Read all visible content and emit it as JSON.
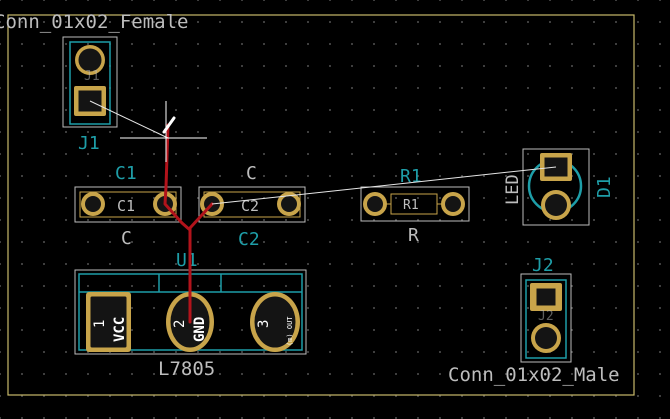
{
  "colors": {
    "background": "#000000",
    "edge_cuts": "#c8b96a",
    "fab": "#bdbdbd",
    "reference": "#1e9ea8",
    "pad_copper": "#c8a44a",
    "pad_inner": "#141414",
    "track": "#b2131b",
    "ratsnest": "#e6e6e6",
    "courtyard": "#bdbdbd"
  },
  "labels": {
    "j1_value": "Conn_01x02_Female",
    "j1_ref": "J1",
    "c1_ref": "C1",
    "c1_fab_ref": "C1",
    "c1_value": "C",
    "c2_value_top": "C",
    "c2_fab_ref": "C2",
    "c2_ref": "C2",
    "r1_ref": "R1",
    "r1_fab_ref": "R1",
    "r1_value": "R",
    "d1_ref": "D1",
    "d1_value": "LED",
    "u1_ref": "U1",
    "u1_value": "L7805",
    "u1_pin1": "1",
    "u1_pin1_name": "VCC",
    "u1_pin2": "2",
    "u1_pin2_name": "GND",
    "u1_pin3": "3",
    "u1_pin3_name": "(m) OUT",
    "j2_ref": "J2",
    "j2_fab_ref": "J2",
    "j2_value": "Conn_01x02_Male"
  },
  "cursor": {
    "shape": "crosshair",
    "icon": "crosshair-icon"
  }
}
